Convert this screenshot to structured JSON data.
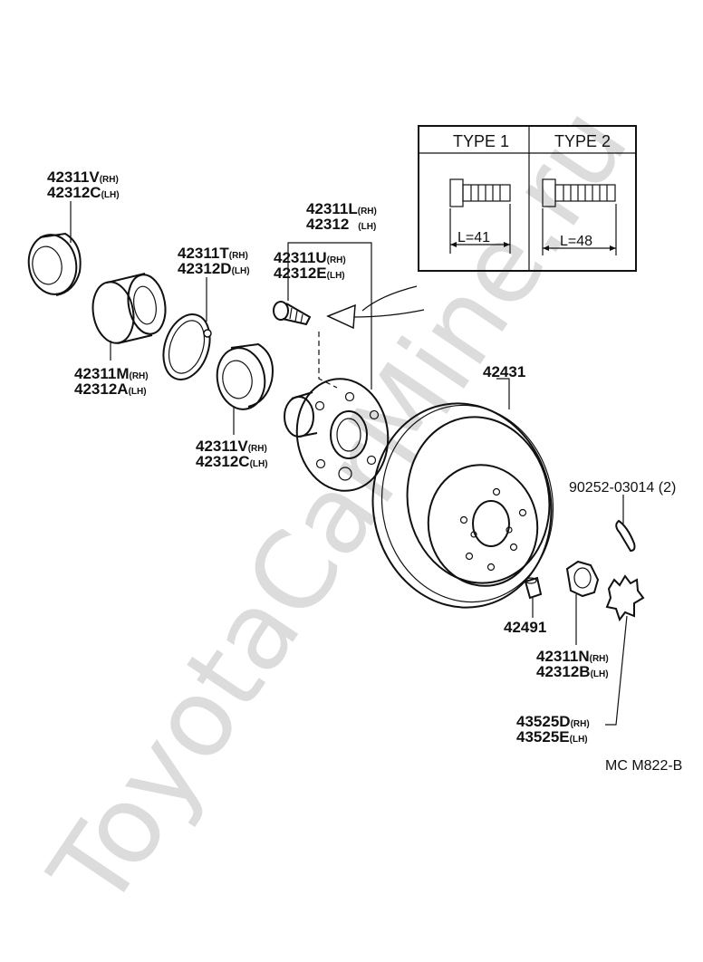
{
  "watermark": "ToyotaCarMine.ru",
  "stud_box": {
    "type1_label": "TYPE 1",
    "type2_label": "TYPE 2",
    "type1_length": "L=41",
    "type2_length": "L=48"
  },
  "callouts": {
    "outer_seal": {
      "rh": "42311V",
      "rh_tag": "(RH)",
      "lh": "42312C",
      "lh_tag": "(LH)"
    },
    "hub_bolt_group": {
      "rh": "42311L",
      "rh_tag": "(RH)",
      "lh": "42312",
      "lh_tag": "(LH)"
    },
    "hub_bolt": {
      "rh": "42311U",
      "rh_tag": "(RH)",
      "lh": "42312E",
      "lh_tag": "(LH)"
    },
    "snap_ring": {
      "rh": "42311T",
      "rh_tag": "(RH)",
      "lh": "42312D",
      "lh_tag": "(LH)"
    },
    "bearing": {
      "rh": "42311M",
      "rh_tag": "(RH)",
      "lh": "42312A",
      "lh_tag": "(LH)"
    },
    "inner_seal": {
      "rh": "42311V",
      "rh_tag": "(RH)",
      "lh": "42312C",
      "lh_tag": "(LH)"
    },
    "disc": {
      "part": "42431"
    },
    "cotter_pin": {
      "part": "90252-03014 (2)"
    },
    "bleeder": {
      "part": "42491"
    },
    "nut": {
      "rh": "42311N",
      "rh_tag": "(RH)",
      "lh": "42312B",
      "lh_tag": "(LH)"
    },
    "lock_cap": {
      "rh": "43525D",
      "rh_tag": "(RH)",
      "lh": "43525E",
      "lh_tag": "(LH)"
    }
  },
  "diagram_code": "MC M822-B"
}
